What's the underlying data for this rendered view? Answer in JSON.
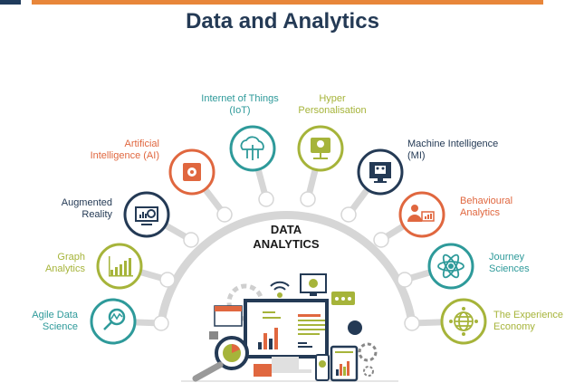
{
  "header": {
    "title": "Data and Analytics",
    "accent_color": "#e8863a",
    "corner_color": "#1f3b5c"
  },
  "center": {
    "line1": "DATA",
    "line2": "ANALYTICS"
  },
  "items": [
    {
      "label1": "Agile Data",
      "label2": "Science",
      "icon": "magnifier-chart-icon",
      "color": "#2e9a9a"
    },
    {
      "label1": "Graph",
      "label2": "Analytics",
      "icon": "bar-chart-icon",
      "color": "#a6b43a"
    },
    {
      "label1": "Augmented",
      "label2": "Reality",
      "icon": "monitor-search-icon",
      "color": "#243a55"
    },
    {
      "label1": "Artificial",
      "label2": "Intelligence  (AI)",
      "icon": "chip-icon",
      "color": "#e0673f"
    },
    {
      "label1": "Internet  of Things",
      "label2": "(IoT)",
      "icon": "cloud-circuit-icon",
      "color": "#2e9a9a"
    },
    {
      "label1": "Hyper",
      "label2": "Personalisation",
      "icon": "server-icon",
      "color": "#a6b43a"
    },
    {
      "label1": "Machine Intelligence",
      "label2": "(MI)",
      "icon": "robot-monitor-icon",
      "color": "#243a55"
    },
    {
      "label1": "Behavioural",
      "label2": "Analytics",
      "icon": "user-chart-icon",
      "color": "#e0673f"
    },
    {
      "label1": "Journey",
      "label2": "Sciences",
      "icon": "atom-icon",
      "color": "#2e9a9a"
    },
    {
      "label1": "The Experience",
      "label2": "Economy",
      "icon": "globe-icon",
      "color": "#a6b43a"
    }
  ]
}
